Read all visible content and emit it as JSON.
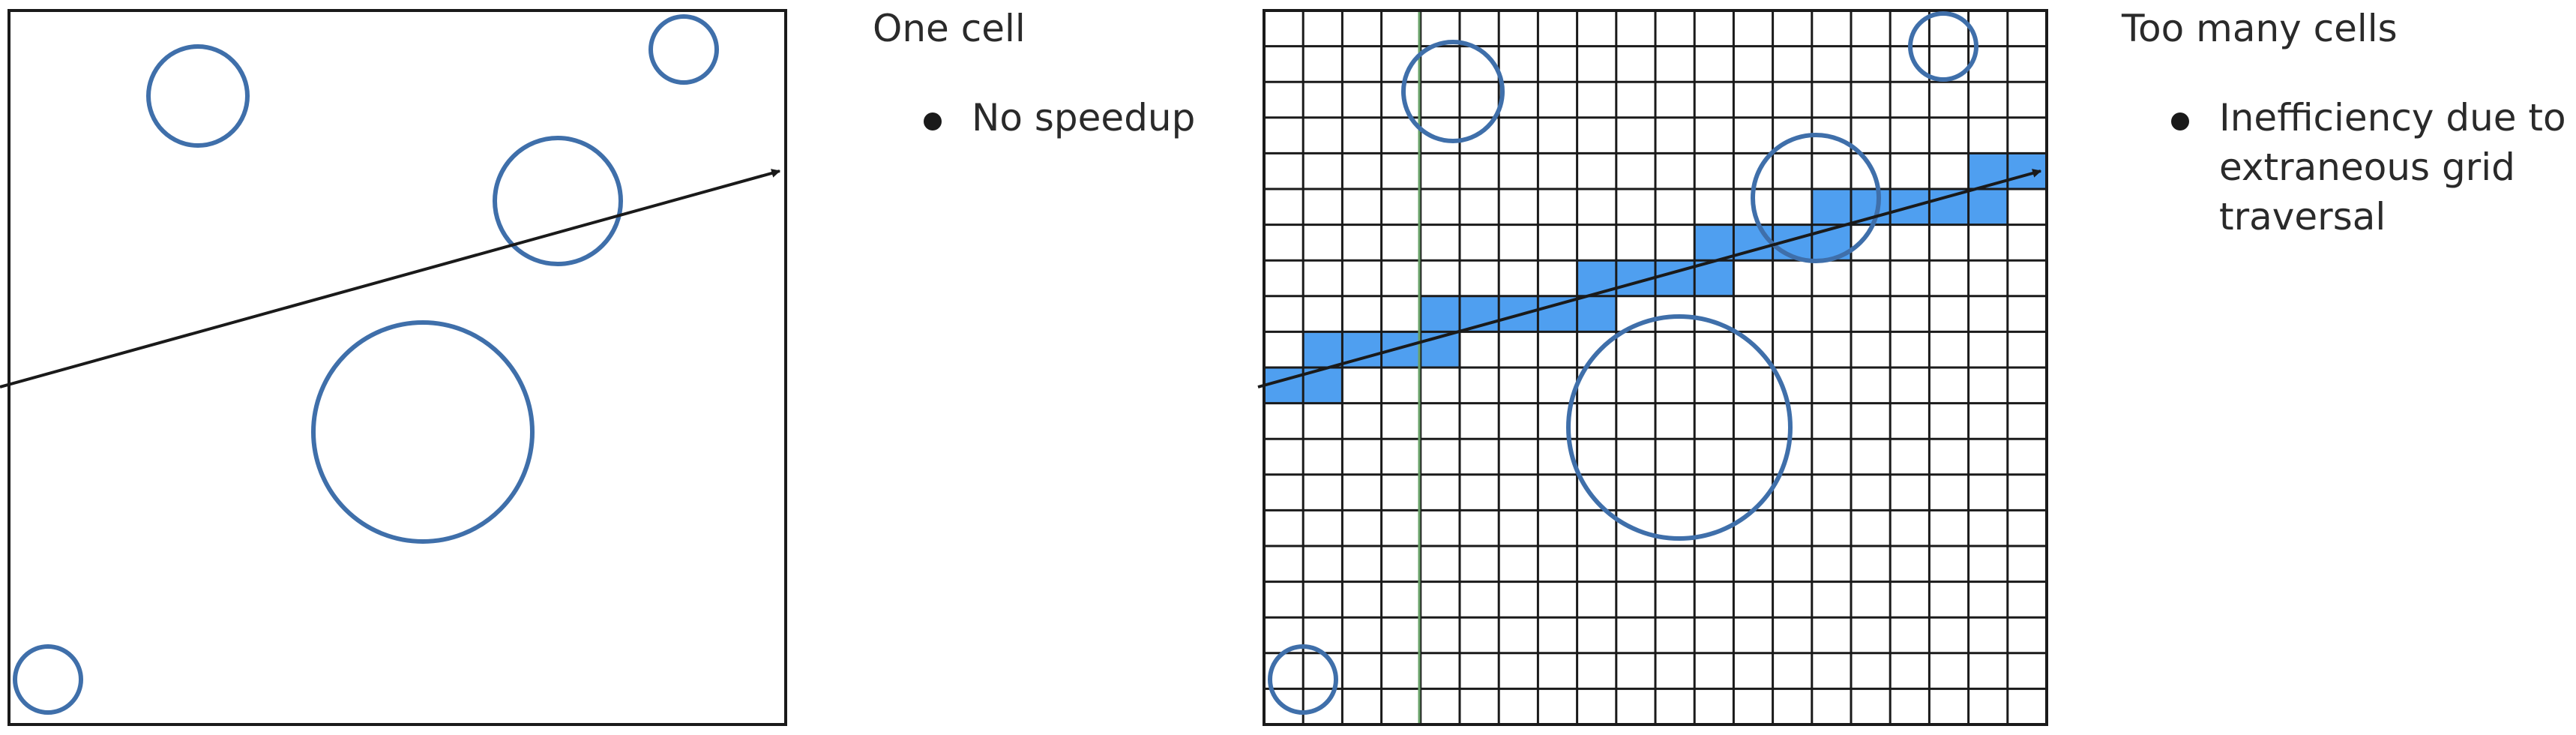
{
  "panels": {
    "one_cell": {
      "heading": "One cell",
      "bullet": "No speedup"
    },
    "too_many_cells": {
      "heading": "Too many cells",
      "bullet": "Inefficiency due to extraneous grid traversal"
    }
  },
  "colors": {
    "outline": "#1a1a1a",
    "circle": "#3f6faa",
    "traversed_cell": "#4f9ff0",
    "grid_accent_line": "#6aa36a",
    "text": "#2a2a2a"
  },
  "right_grid": {
    "rows": 20,
    "cols": 20
  }
}
